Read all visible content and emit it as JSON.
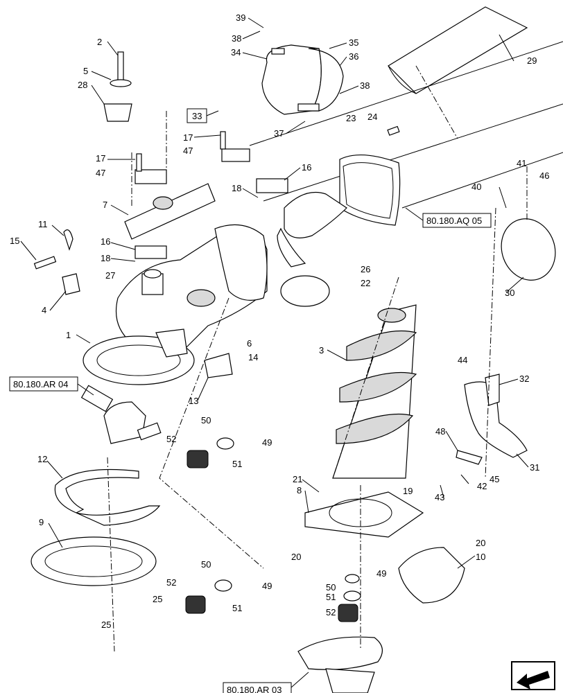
{
  "refs": {
    "ref_ar04": "80.180.AR 04",
    "ref_aq05": "80.180.AQ 05",
    "ref_ar03": "80.180.AR 03",
    "ref_33": "33"
  },
  "labels": [
    "1",
    "2",
    "3",
    "4",
    "5",
    "6",
    "7",
    "8",
    "9",
    "10",
    "11",
    "12",
    "13",
    "14",
    "15",
    "16",
    "16",
    "17",
    "17",
    "18",
    "18",
    "19",
    "20",
    "20",
    "21",
    "22",
    "23",
    "24",
    "25",
    "25",
    "26",
    "27",
    "28",
    "29",
    "30",
    "31",
    "32",
    "34",
    "35",
    "36",
    "37",
    "38",
    "38",
    "39",
    "40",
    "41",
    "42",
    "43",
    "44",
    "45",
    "46",
    "47",
    "47",
    "48",
    "49",
    "49",
    "49",
    "50",
    "50",
    "50",
    "51",
    "51",
    "51",
    "52",
    "52",
    "52"
  ],
  "nav_icon": "next-page-arrow-icon"
}
